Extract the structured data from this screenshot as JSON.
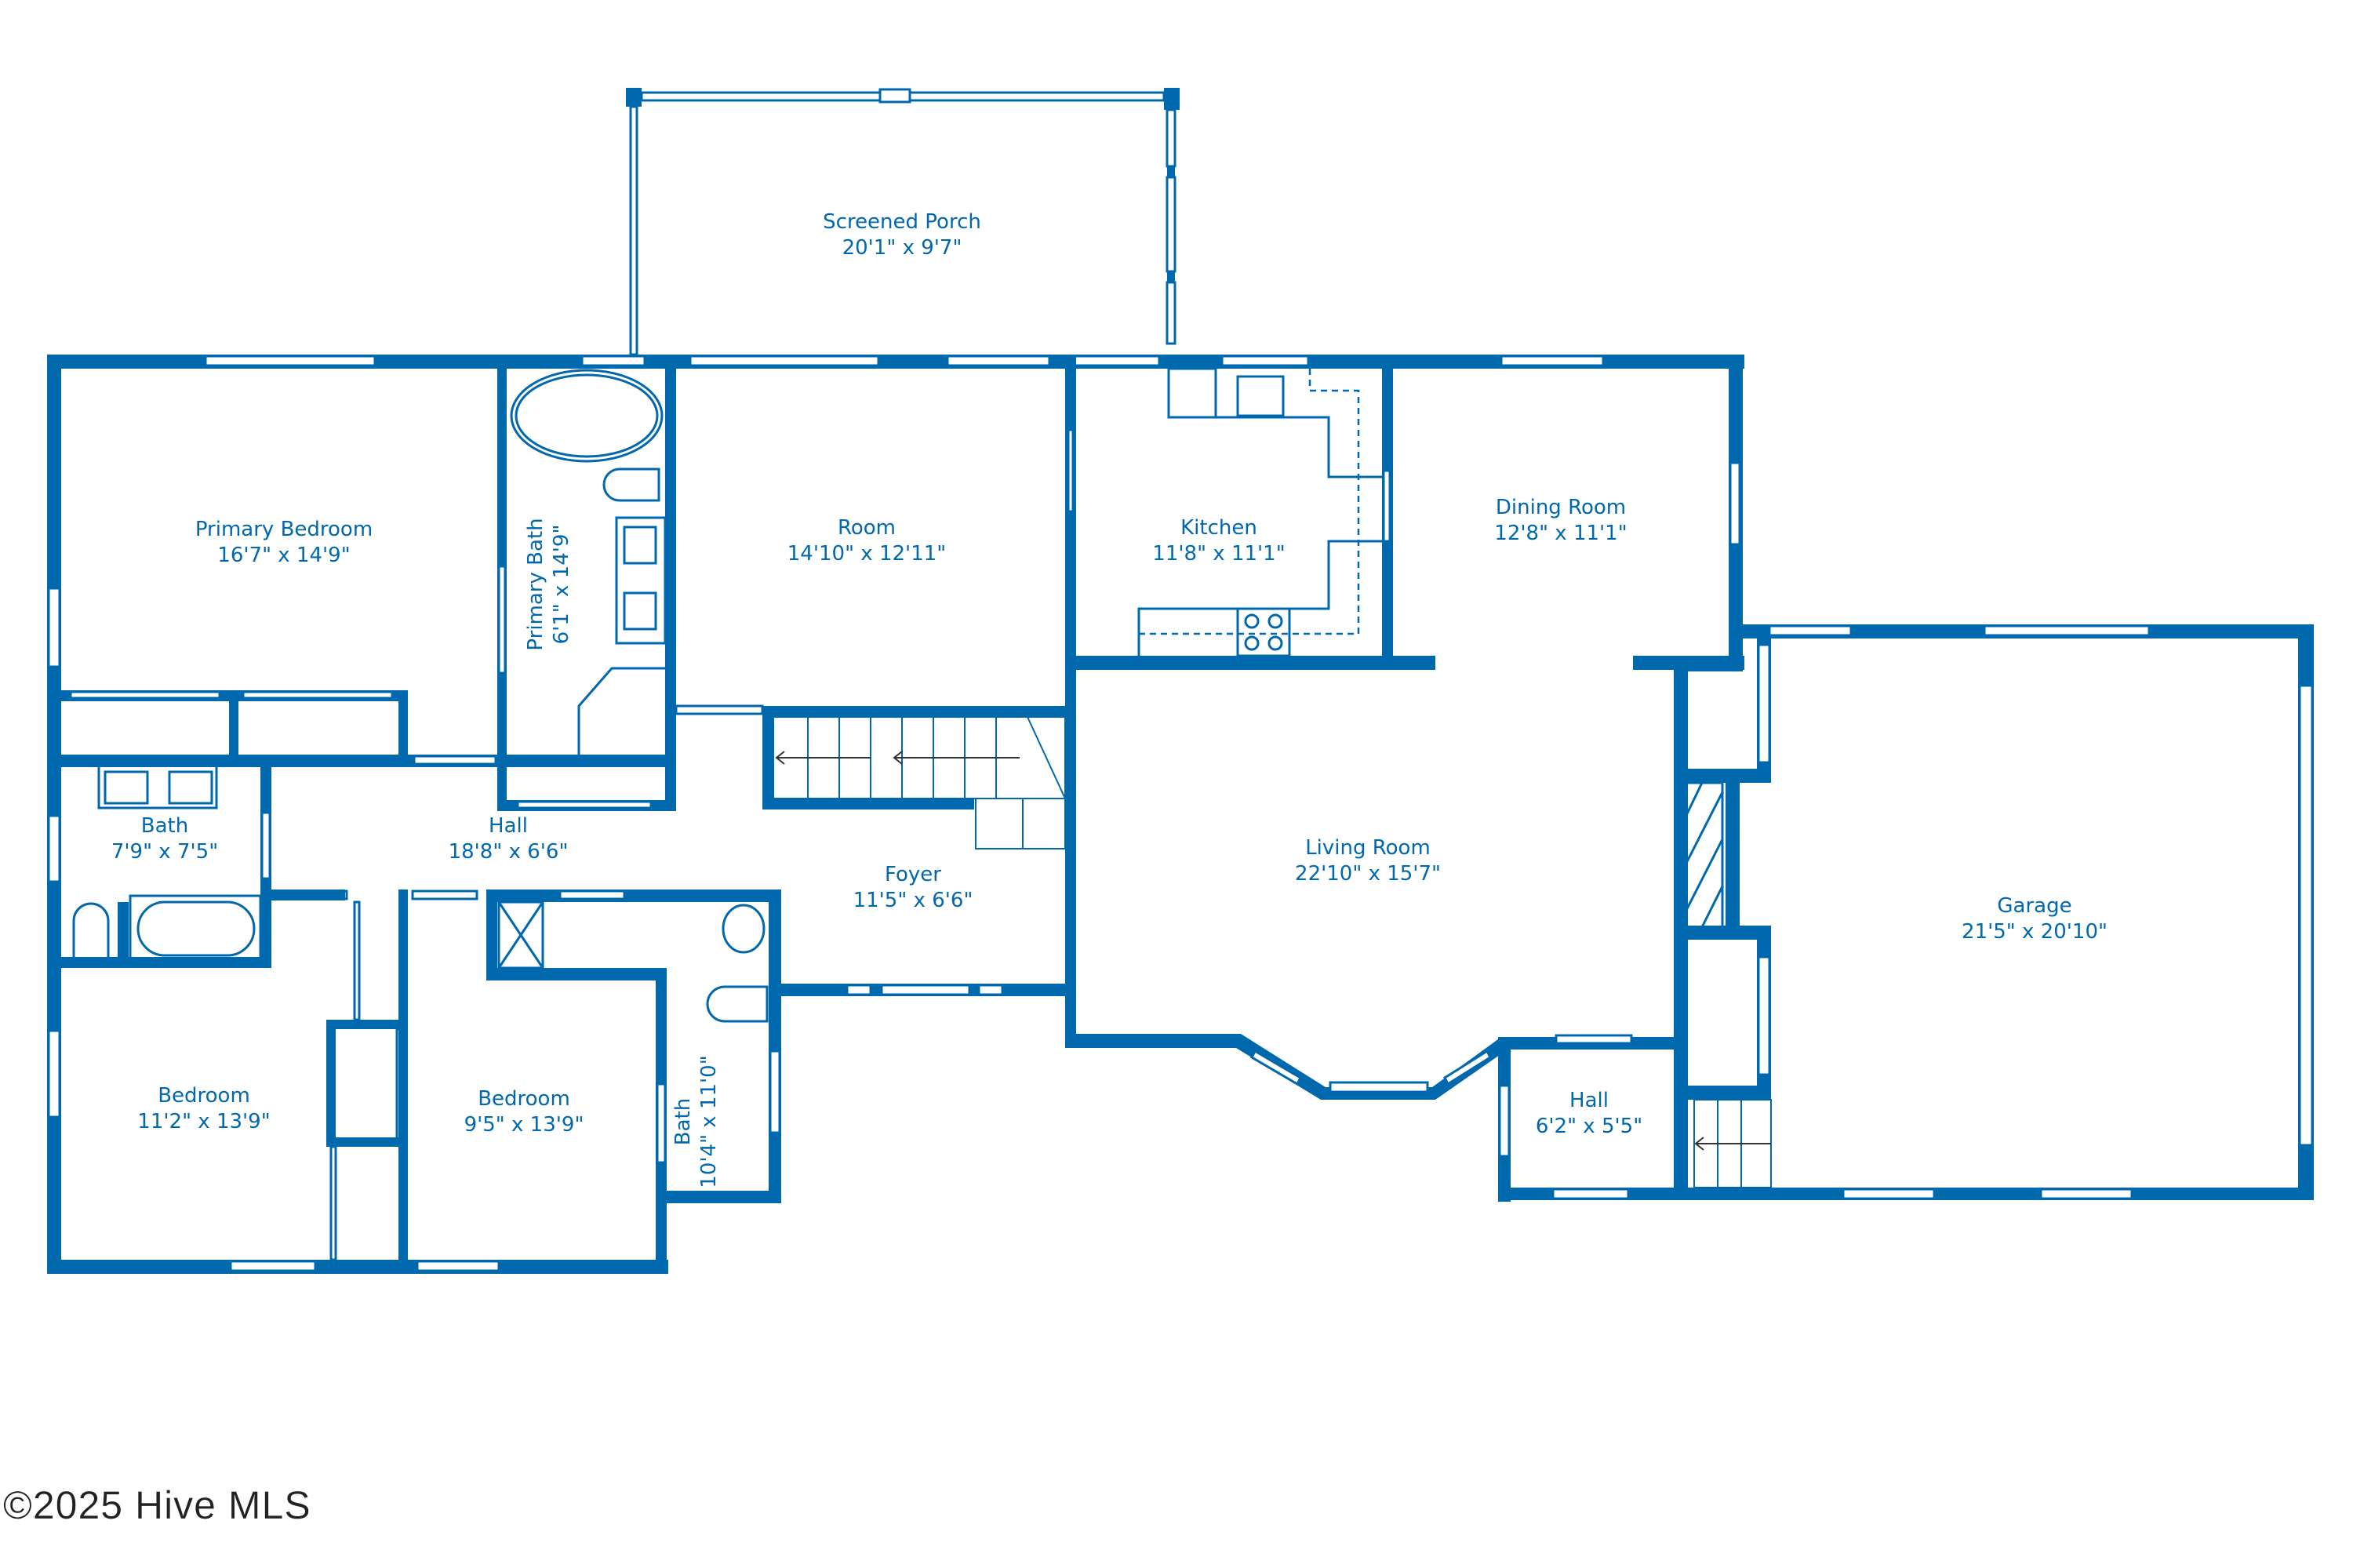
{
  "plan": {
    "wall_color": "#0068ad",
    "background": "#ffffff",
    "copyright": "©2025 Hive MLS"
  },
  "rooms": [
    {
      "id": "screened-porch",
      "name": "Screened Porch",
      "dims": "20'1\" x 9'7\""
    },
    {
      "id": "primary-bedroom",
      "name": "Primary Bedroom",
      "dims": "16'7\" x 14'9\""
    },
    {
      "id": "primary-bath",
      "name": "Primary Bath",
      "dims": "6'1\" x 14'9\""
    },
    {
      "id": "room",
      "name": "Room",
      "dims": "14'10\" x 12'11\""
    },
    {
      "id": "kitchen",
      "name": "Kitchen",
      "dims": "11'8\" x 11'1\""
    },
    {
      "id": "dining-room",
      "name": "Dining Room",
      "dims": "12'8\" x 11'1\""
    },
    {
      "id": "bath-1",
      "name": "Bath",
      "dims": "7'9\" x 7'5\""
    },
    {
      "id": "hall-1",
      "name": "Hall",
      "dims": "18'8\" x 6'6\""
    },
    {
      "id": "foyer",
      "name": "Foyer",
      "dims": "11'5\" x 6'6\""
    },
    {
      "id": "living-room",
      "name": "Living Room",
      "dims": "22'10\" x 15'7\""
    },
    {
      "id": "garage",
      "name": "Garage",
      "dims": "21'5\" x 20'10\""
    },
    {
      "id": "bedroom-1",
      "name": "Bedroom",
      "dims": "11'2\" x 13'9\""
    },
    {
      "id": "bedroom-2",
      "name": "Bedroom",
      "dims": "9'5\" x 13'9\""
    },
    {
      "id": "bath-2",
      "name": "Bath",
      "dims": "10'4\" x 11'0\""
    },
    {
      "id": "hall-2",
      "name": "Hall",
      "dims": "6'2\" x 5'5\""
    }
  ]
}
